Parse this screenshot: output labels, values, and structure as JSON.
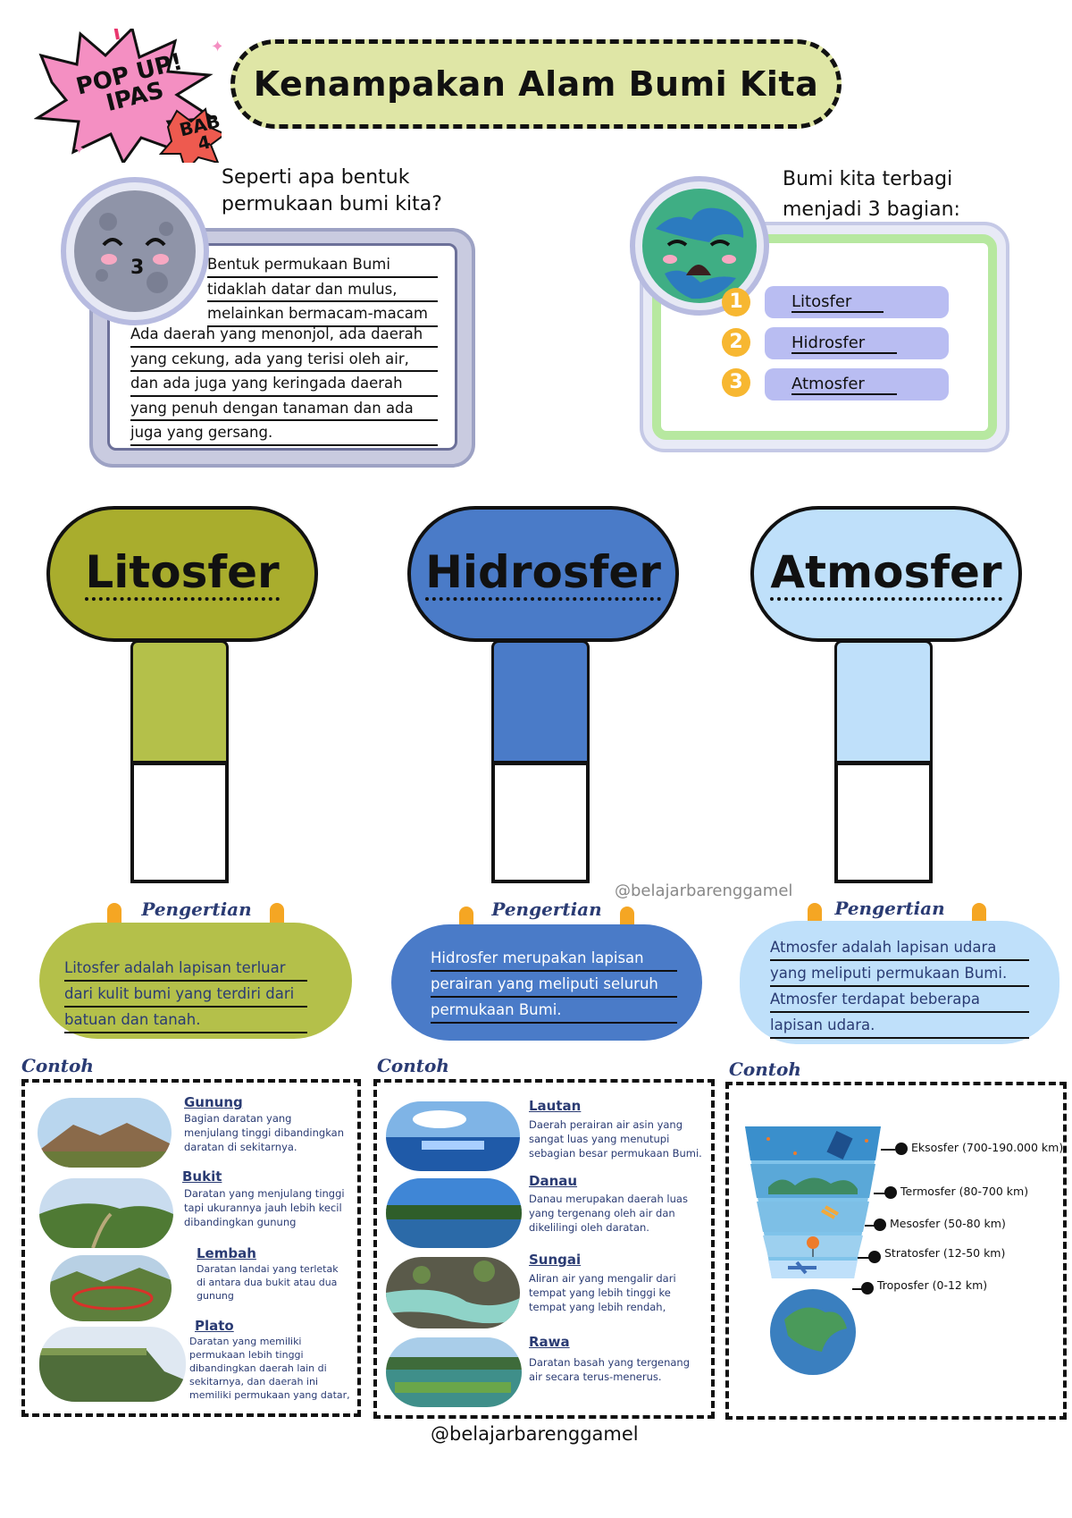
{
  "header": {
    "badge_line1": "POP UP!",
    "badge_line2": "IPAS",
    "chapter_line1": "BAB",
    "chapter_line2": "4",
    "title": "Kenampakan Alam Bumi Kita"
  },
  "intro_left": {
    "question_line1": "Seperti apa bentuk",
    "question_line2": "permukaan bumi kita?",
    "lines": [
      "Bentuk permukaan Bumi",
      "tidaklah datar dan mulus,",
      "melainkan bermacam-macam",
      "Ada daerah yang menonjol, ada daerah",
      "yang cekung, ada yang terisi oleh air,",
      "dan ada juga yang keringada daerah",
      "yang penuh dengan tanaman dan ada",
      "juga yang gersang."
    ]
  },
  "intro_right": {
    "heading_line1": "Bumi kita terbagi",
    "heading_line2": "menjadi 3 bagian:",
    "items": [
      {
        "num": "1",
        "label": "Litosfer"
      },
      {
        "num": "2",
        "label": "Hidrosfer"
      },
      {
        "num": "3",
        "label": "Atmosfer"
      }
    ]
  },
  "colors": {
    "litosfer": "#a9ad2d",
    "litosfer_light": "#b4c04a",
    "hidrosfer": "#4a7bc8",
    "atmosfer": "#bfe0fa"
  },
  "columns": [
    {
      "title": "Litosfer",
      "def_heading": "Pengertian",
      "def_lines": [
        "Litosfer adalah lapisan terluar",
        "dari kulit bumi yang terdiri dari",
        "batuan dan tanah."
      ],
      "contoh": "Contoh",
      "examples": [
        {
          "title": "Gunung",
          "desc": [
            "Bagian daratan yang",
            "menjulang tinggi dibandingkan",
            "daratan di sekitarnya."
          ]
        },
        {
          "title": "Bukit",
          "desc": [
            "Daratan yang menjulang tinggi",
            "tapi ukurannya jauh lebih kecil",
            "dibandingkan gunung"
          ]
        },
        {
          "title": "Lembah",
          "desc": [
            "Daratan landai yang terletak",
            "di antara dua bukit atau dua",
            "gunung"
          ]
        },
        {
          "title": "Plato",
          "desc": [
            "Daratan yang memiliki",
            "permukaan lebih tinggi",
            "dibandingkan daerah lain di",
            "sekitarnya, dan daerah ini",
            "memiliki permukaan yang datar,"
          ]
        }
      ]
    },
    {
      "title": "Hidrosfer",
      "def_heading": "Pengertian",
      "def_lines": [
        "Hidrosfer merupakan lapisan",
        "perairan yang meliputi seluruh",
        "permukaan Bumi."
      ],
      "contoh": "Contoh",
      "examples": [
        {
          "title": "Lautan",
          "desc": [
            "Daerah perairan air asin yang",
            "sangat luas yang menutupi",
            "sebagian besar permukaan Bumi."
          ]
        },
        {
          "title": "Danau",
          "desc": [
            "Danau merupakan daerah luas",
            "yang tergenang oleh air dan",
            "dikelilingi oleh daratan."
          ]
        },
        {
          "title": "Sungai",
          "desc": [
            "Aliran air yang mengalir dari",
            "tempat yang lebih tinggi ke",
            "tempat yang lebih rendah,"
          ]
        },
        {
          "title": "Rawa",
          "desc": [
            "Daratan basah yang tergenang",
            "air secara terus-menerus."
          ]
        }
      ]
    },
    {
      "title": "Atmosfer",
      "def_heading": "Pengertian",
      "def_lines": [
        "Atmosfer adalah lapisan udara",
        "yang meliputi permukaan Bumi.",
        "Atmosfer terdapat beberapa",
        "lapisan udara."
      ],
      "contoh": "Contoh",
      "layers": [
        "Eksosfer (700-190.000 km)",
        "Termosfer (80-700 km)",
        "Mesosfer (50-80 km)",
        "Stratosfer (12-50 km)",
        "Troposfer (0-12 km)"
      ]
    }
  ],
  "watermark": "@belajarbarenggamel",
  "footer": "@belajarbarenggamel",
  "icons": [
    "star-burst-icon",
    "moon-face-icon",
    "earth-face-icon",
    "satellite-icon",
    "plane-icon",
    "balloon-icon"
  ]
}
